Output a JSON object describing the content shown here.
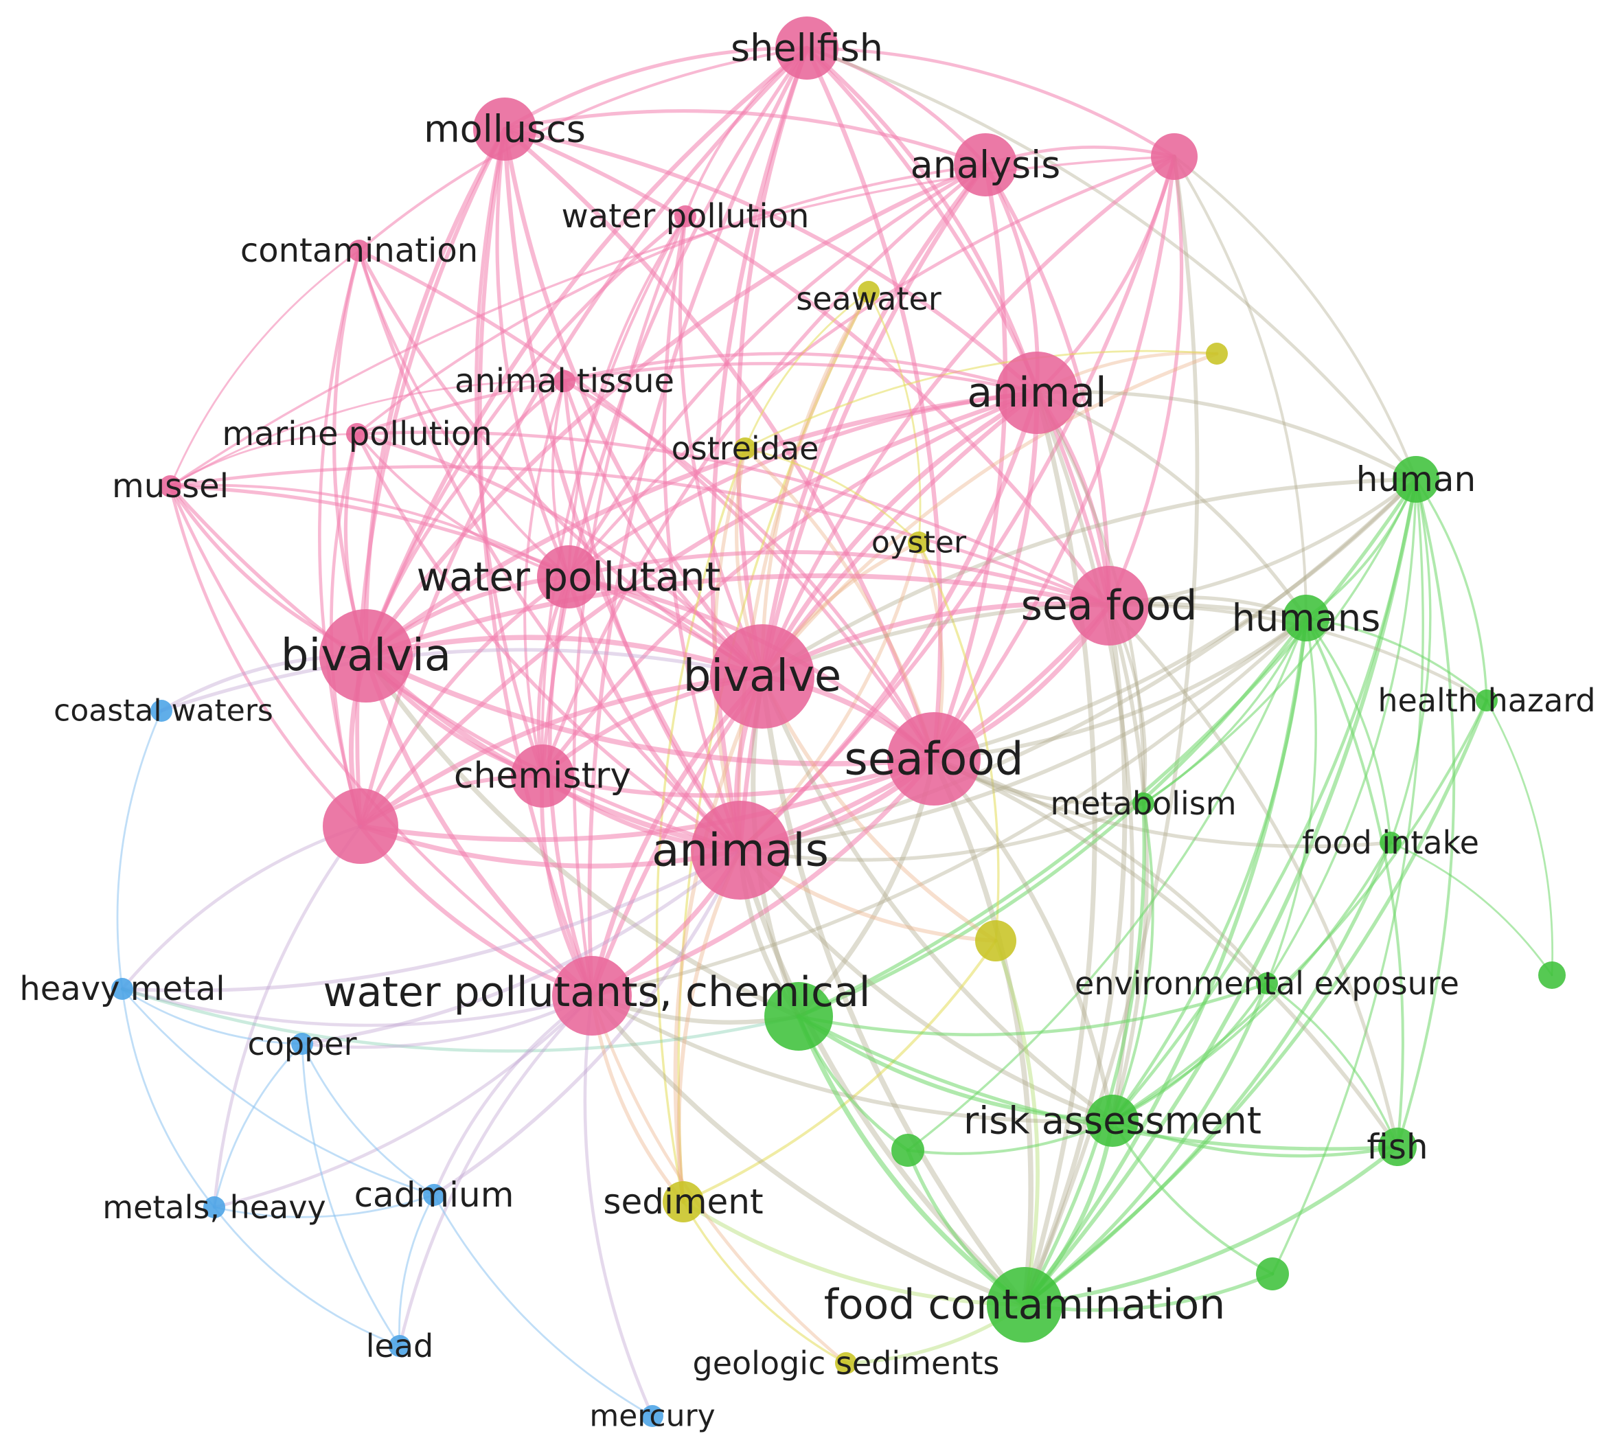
{
  "clusters": {
    "pink": {
      "color": "#e8669a",
      "edge": "#f27fae"
    },
    "green": {
      "color": "#3fc23b",
      "edge": "#6fd76a"
    },
    "blue": {
      "color": "#4aa3e6",
      "edge": "#8cc2f0"
    },
    "yellow": {
      "color": "#c8c424",
      "edge": "#e3dd5a"
    }
  },
  "nodes": [
    {
      "id": "shellfish",
      "label": "shellfish",
      "cluster": "pink",
      "weight": 3
    },
    {
      "id": "molluscs",
      "label": "molluscs",
      "cluster": "pink",
      "weight": 3
    },
    {
      "id": "analysis",
      "label": "analysis",
      "cluster": "pink",
      "weight": 3
    },
    {
      "id": "pink-unlabeled-1",
      "label": "",
      "cluster": "pink",
      "weight": 2
    },
    {
      "id": "water-pollution",
      "label": "water pollution",
      "cluster": "pink",
      "weight": 1
    },
    {
      "id": "contamination",
      "label": "contamination",
      "cluster": "pink",
      "weight": 1
    },
    {
      "id": "seawater",
      "label": "seawater",
      "cluster": "yellow",
      "weight": 1
    },
    {
      "id": "yellow-unlabeled-1",
      "label": "",
      "cluster": "yellow",
      "weight": 1
    },
    {
      "id": "animal-tissue",
      "label": "animal tissue",
      "cluster": "pink",
      "weight": 1
    },
    {
      "id": "animal",
      "label": "animal",
      "cluster": "pink",
      "weight": 4
    },
    {
      "id": "marine-pollution",
      "label": "marine pollution",
      "cluster": "pink",
      "weight": 1
    },
    {
      "id": "ostreidae",
      "label": "ostreidae",
      "cluster": "yellow",
      "weight": 1
    },
    {
      "id": "human",
      "label": "human",
      "cluster": "green",
      "weight": 2
    },
    {
      "id": "mussel",
      "label": "mussel",
      "cluster": "pink",
      "weight": 1
    },
    {
      "id": "oyster",
      "label": "oyster",
      "cluster": "yellow",
      "weight": 1
    },
    {
      "id": "water-pollutant",
      "label": "water pollutant",
      "cluster": "pink",
      "weight": 3
    },
    {
      "id": "sea-food",
      "label": "sea food",
      "cluster": "pink",
      "weight": 4
    },
    {
      "id": "humans",
      "label": "humans",
      "cluster": "green",
      "weight": 2
    },
    {
      "id": "bivalvia",
      "label": "bivalvia",
      "cluster": "pink",
      "weight": 5
    },
    {
      "id": "bivalve",
      "label": "bivalve",
      "cluster": "pink",
      "weight": 5
    },
    {
      "id": "coastal-waters",
      "label": "coastal waters",
      "cluster": "blue",
      "weight": 1
    },
    {
      "id": "health-hazard",
      "label": "health hazard",
      "cluster": "green",
      "weight": 1
    },
    {
      "id": "seafood",
      "label": "seafood",
      "cluster": "pink",
      "weight": 5
    },
    {
      "id": "chemistry",
      "label": "chemistry",
      "cluster": "pink",
      "weight": 3
    },
    {
      "id": "metabolism",
      "label": "metabolism",
      "cluster": "green",
      "weight": 1
    },
    {
      "id": "pink-unlabeled-2",
      "label": "",
      "cluster": "pink",
      "weight": 4
    },
    {
      "id": "animals",
      "label": "animals",
      "cluster": "pink",
      "weight": 5
    },
    {
      "id": "food-intake",
      "label": "food intake",
      "cluster": "green",
      "weight": 1
    },
    {
      "id": "yellow-unlabeled-2",
      "label": "",
      "cluster": "yellow",
      "weight": 2
    },
    {
      "id": "green-unlabeled-1",
      "label": "",
      "cluster": "green",
      "weight": 1
    },
    {
      "id": "heavy-metal",
      "label": "heavy metal",
      "cluster": "blue",
      "weight": 1
    },
    {
      "id": "water-pollutants-chemical",
      "label": "water pollutants, chemical",
      "cluster": "pink",
      "weight": 4
    },
    {
      "id": "green-unlabeled-2",
      "label": "",
      "cluster": "green",
      "weight": 4
    },
    {
      "id": "environmental-exposure",
      "label": "environmental exposure",
      "cluster": "green",
      "weight": 1
    },
    {
      "id": "copper",
      "label": "copper",
      "cluster": "blue",
      "weight": 1
    },
    {
      "id": "risk-assessment",
      "label": "risk assessment",
      "cluster": "green",
      "weight": 3
    },
    {
      "id": "green-unlabeled-3",
      "label": "",
      "cluster": "green",
      "weight": 1
    },
    {
      "id": "fish",
      "label": "fish",
      "cluster": "green",
      "weight": 2
    },
    {
      "id": "metals-heavy",
      "label": "metals, heavy",
      "cluster": "blue",
      "weight": 1
    },
    {
      "id": "cadmium",
      "label": "cadmium",
      "cluster": "blue",
      "weight": 1
    },
    {
      "id": "sediment",
      "label": "sediment",
      "cluster": "yellow",
      "weight": 2
    },
    {
      "id": "green-unlabeled-4",
      "label": "",
      "cluster": "green",
      "weight": 1
    },
    {
      "id": "food-contamination",
      "label": "food contamination",
      "cluster": "green",
      "weight": 5
    },
    {
      "id": "lead",
      "label": "lead",
      "cluster": "blue",
      "weight": 1
    },
    {
      "id": "geologic-sediments",
      "label": "geologic sediments",
      "cluster": "yellow",
      "weight": 1
    },
    {
      "id": "mercury",
      "label": "mercury",
      "cluster": "blue",
      "weight": 1
    }
  ]
}
